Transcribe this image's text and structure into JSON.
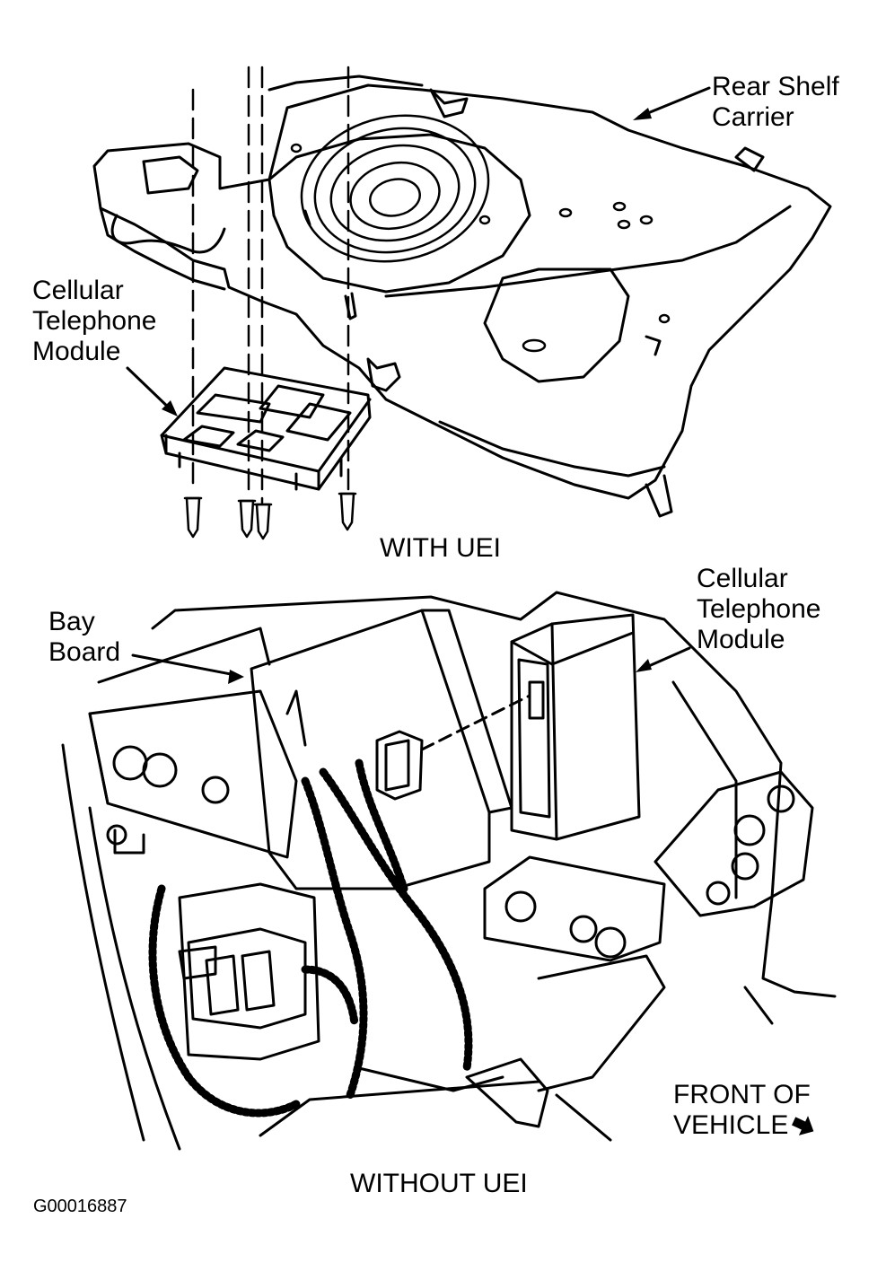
{
  "top_view": {
    "caption": "WITH UEI",
    "label_rear_shelf": [
      "Rear Shelf",
      "Carrier"
    ],
    "label_module": [
      "Cellular",
      "Telephone",
      "Module"
    ]
  },
  "bottom_view": {
    "caption": "WITHOUT UEI",
    "label_bay_board": [
      "Bay",
      "Board"
    ],
    "label_module": [
      "Cellular",
      "Telephone",
      "Module"
    ],
    "front_note": [
      "FRONT OF",
      "VEHICLE"
    ]
  },
  "figure_code": "G00016887",
  "colors": {
    "ink": "#000000",
    "paper": "#ffffff"
  },
  "icons": {
    "direction_arrow": "arrow-down-right-icon"
  }
}
